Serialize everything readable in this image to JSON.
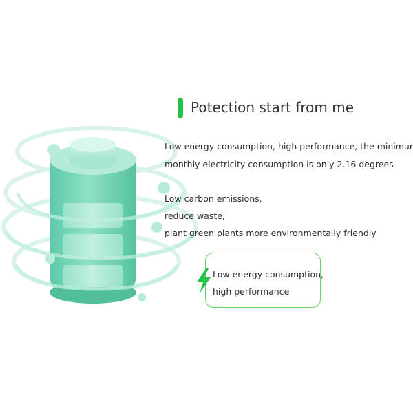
{
  "colors": {
    "accent": "#23c24a",
    "box_border": "#6bd16b",
    "battery_teal": "#7fd8c1",
    "ring": "#c8efdf"
  },
  "header": {
    "title": "Potection start from me"
  },
  "content": {
    "paragraph_1": [
      "Low energy consumption, high performance, the minimum",
      "monthly electricity consumption is only 2.16 degrees"
    ],
    "paragraph_2": [
      "Low carbon emissions,",
      "reduce waste,",
      "plant green plants more environmentally friendly"
    ]
  },
  "feature": {
    "icon": "lightning-bolt-icon",
    "lines": [
      "Low energy consumption,",
      "high performance"
    ]
  },
  "illustration": {
    "icon": "battery-icon"
  }
}
